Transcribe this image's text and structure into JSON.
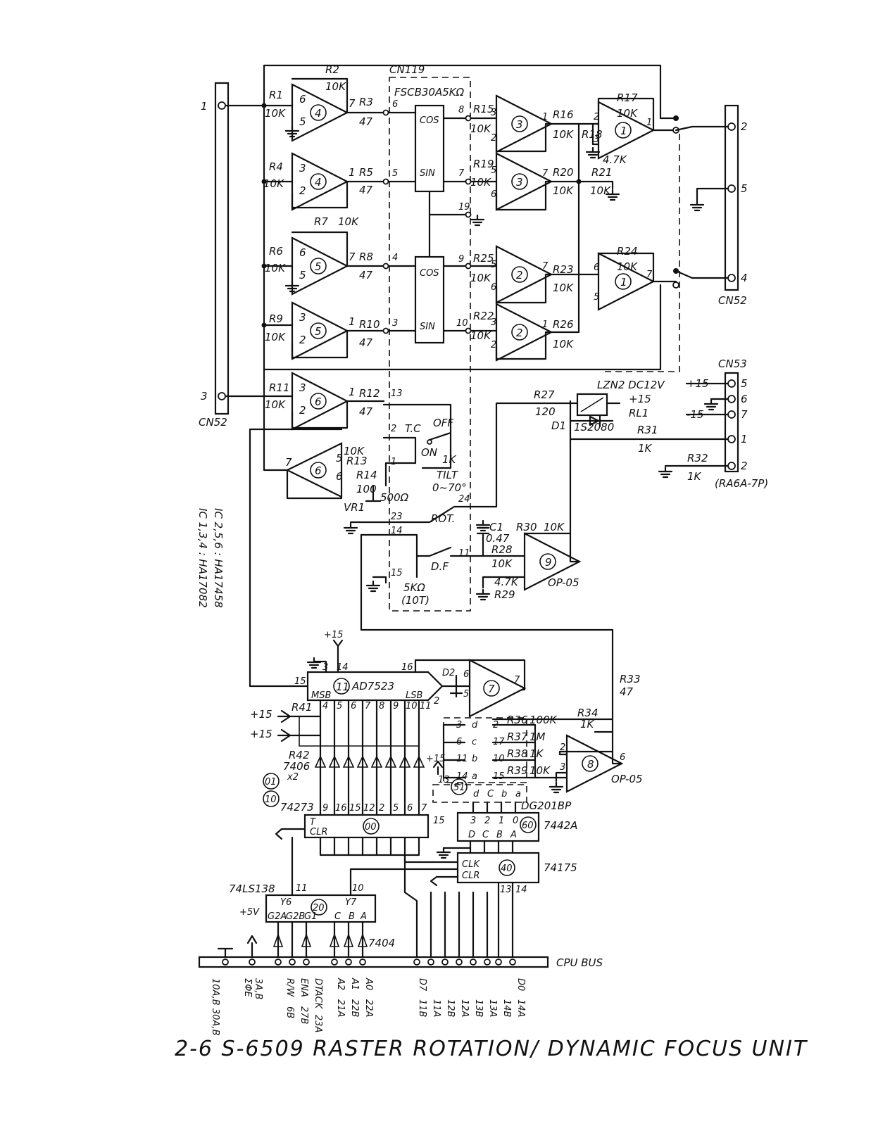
{
  "caption": "2-6  S-6509  RASTER ROTATION/ DYNAMIC  FOCUS  UNIT",
  "connectors": {
    "cn119": "CN119",
    "cn52_left": "CN52",
    "cn52_right": "CN52",
    "cn53": "CN53",
    "cn53_part": "(RA6A-7P)",
    "cpu_bus": "CPU BUS"
  },
  "resolver": "FSCB30A5KΩ",
  "resolver_cos": "COS",
  "resolver_sin": "SIN",
  "ic_note_line1": "IC 1,3,4 : HA17082",
  "ic_note_line2": "IC 2,5,6 : HA17458",
  "opamps": [
    "4",
    "4",
    "5",
    "5",
    "6",
    "6",
    "3",
    "3",
    "2",
    "2",
    "1",
    "1",
    "7",
    "8",
    "9"
  ],
  "resistors": [
    {
      "name": "R1",
      "value": "10K"
    },
    {
      "name": "R2",
      "value": "10K"
    },
    {
      "name": "R3",
      "value": "47"
    },
    {
      "name": "R4",
      "value": "10K"
    },
    {
      "name": "R5",
      "value": "47"
    },
    {
      "name": "R6",
      "value": "10K"
    },
    {
      "name": "R7",
      "value": "10K"
    },
    {
      "name": "R8",
      "value": "47"
    },
    {
      "name": "R9",
      "value": "10K"
    },
    {
      "name": "R10",
      "value": "47"
    },
    {
      "name": "R11",
      "value": "10K"
    },
    {
      "name": "R12",
      "value": "47"
    },
    {
      "name": "R13",
      "value": "10K"
    },
    {
      "name": "R14",
      "value": "100"
    },
    {
      "name": "R15",
      "value": "10K"
    },
    {
      "name": "R16",
      "value": "10K"
    },
    {
      "name": "R17",
      "value": "10K"
    },
    {
      "name": "R18",
      "value": "4.7K"
    },
    {
      "name": "R19",
      "value": "10K"
    },
    {
      "name": "R20",
      "value": "10K"
    },
    {
      "name": "R21",
      "value": "10K"
    },
    {
      "name": "R22",
      "value": "10K"
    },
    {
      "name": "R23",
      "value": "10K"
    },
    {
      "name": "R24",
      "value": "10K"
    },
    {
      "name": "R25",
      "value": "10K"
    },
    {
      "name": "R26",
      "value": "10K"
    },
    {
      "name": "R27",
      "value": "120"
    },
    {
      "name": "R28",
      "value": "10K"
    },
    {
      "name": "R29",
      "value": "4.7K"
    },
    {
      "name": "R30",
      "value": "10K"
    },
    {
      "name": "R31",
      "value": "1K"
    },
    {
      "name": "R32",
      "value": "1K"
    },
    {
      "name": "R33",
      "value": "47"
    },
    {
      "name": "R34",
      "value": "1K"
    },
    {
      "name": "R36",
      "value": "100K"
    },
    {
      "name": "R37",
      "value": "1M"
    },
    {
      "name": "R38",
      "value": "1K"
    },
    {
      "name": "R39",
      "value": "10K"
    },
    {
      "name": "R41",
      "value": ""
    },
    {
      "name": "R42",
      "value": ""
    }
  ],
  "relay": {
    "name": "LZN2 DC12V",
    "ref": "RL1",
    "supply": "+15"
  },
  "diode_d1": {
    "ref": "D1",
    "part": "1S2080"
  },
  "diode_d2": "D2",
  "cap_c1": {
    "ref": "C1",
    "value": "0.47"
  },
  "vr1": {
    "ref": "VR1",
    "value": "500Ω"
  },
  "pot_df": {
    "value": "5KΩ",
    "turns": "(10T)"
  },
  "pot_tc": "1K",
  "switch_tc": {
    "name": "T.C",
    "off": "OFF",
    "on": "ON"
  },
  "switch_rot": "ROT.",
  "switch_df": "D.F",
  "tilt": {
    "name": "TILT",
    "range": "0~70°"
  },
  "supplies": {
    "p15": "+15",
    "m15": "-15",
    "p5": "+5V"
  },
  "ics": {
    "dac": {
      "num": "11",
      "part": "AD7523",
      "msb": "MSB",
      "lsb": "LSB"
    },
    "latch": {
      "num": "00",
      "part": "74273",
      "t": "T",
      "clr": "CLR"
    },
    "dec_a": {
      "num": "20",
      "part": "74LS138",
      "y6": "Y6",
      "y7": "Y7",
      "g2a": "G2A",
      "g2b": "G2B",
      "g1": "G1"
    },
    "dec_b": {
      "num": "60",
      "part": "7442A"
    },
    "ffq": {
      "num": "40",
      "part": "74175",
      "clk": "CLK",
      "clr": "CLR"
    },
    "swic": {
      "num": "51",
      "part": "DG201BP"
    },
    "opamp_out": "OP-05",
    "inv_a": "7406",
    "inv_b": "7404",
    "circle01": "01",
    "circle10": "10"
  },
  "bus_pins": [
    {
      "sig": "",
      "pin": "10A,B 30A,B"
    },
    {
      "sig": "ΣΦE",
      "pin": "3A,B"
    },
    {
      "sig": "R/W",
      "pin": "6B"
    },
    {
      "sig": "ENA",
      "pin": "27B"
    },
    {
      "sig": "DTACK",
      "pin": "23A"
    },
    {
      "sig": "A2",
      "pin": "21A"
    },
    {
      "sig": "A1",
      "pin": "22B"
    },
    {
      "sig": "A0",
      "pin": "22A"
    },
    {
      "sig": "D7",
      "pin": "11B"
    },
    {
      "sig": "",
      "pin": "11A"
    },
    {
      "sig": "",
      "pin": "12B"
    },
    {
      "sig": "",
      "pin": "12A"
    },
    {
      "sig": "",
      "pin": "13B"
    },
    {
      "sig": "",
      "pin": "13A"
    },
    {
      "sig": "",
      "pin": "14B"
    },
    {
      "sig": "D0",
      "pin": "14A"
    }
  ]
}
